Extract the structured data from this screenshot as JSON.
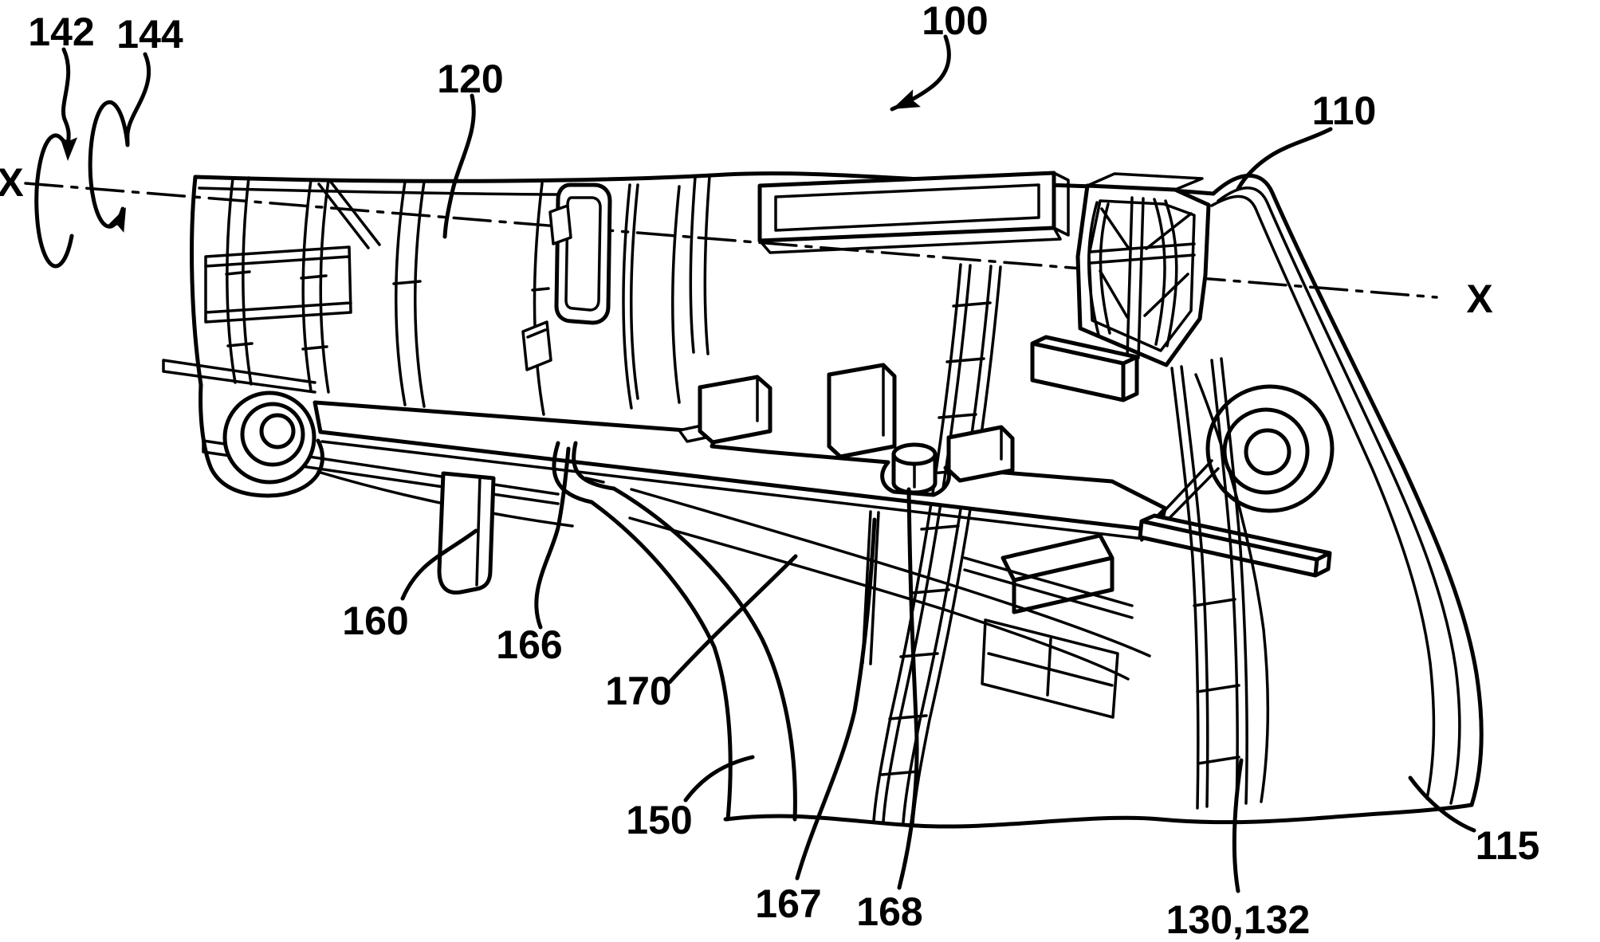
{
  "figure": {
    "kind": "patent-line-drawing",
    "background_color": "#ffffff",
    "line_color": "#000000",
    "axis": {
      "style": "dash-dot",
      "left": "X",
      "right": "X"
    },
    "rotation_arrows": [
      "142",
      "144"
    ],
    "reference_numerals": {
      "n100": "100",
      "n110": "110",
      "n115": "115",
      "n120": "120",
      "n130_132": "130,132",
      "n142": "142",
      "n144": "144",
      "n150": "150",
      "n160": "160",
      "n166": "166",
      "n167": "167",
      "n168": "168",
      "n170": "170"
    }
  }
}
